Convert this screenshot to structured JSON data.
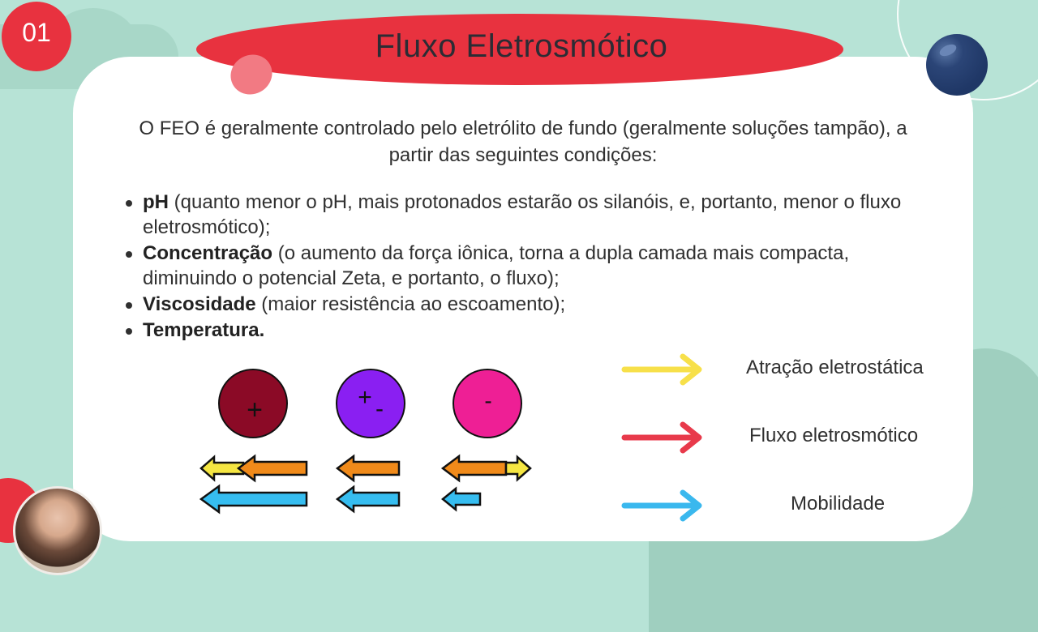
{
  "slide_number": "01",
  "title": "Fluxo Eletrosmótico",
  "intro": "O FEO é geralmente controlado pelo eletrólito de fundo (geralmente soluções tampão), a partir das seguintes condições:",
  "bullets": [
    {
      "term": "pH",
      "text": " (quanto menor o pH, mais protonados estarão os silanóis, e, portanto, menor o fluxo eletrosmótico);"
    },
    {
      "term": "Concentração",
      "text": " (o aumento da força iônica, torna a dupla camada mais compacta, diminuindo o potencial Zeta, e portanto, o fluxo);"
    },
    {
      "term": "Viscosidade",
      "text": " (maior resistência ao escoamento);"
    },
    {
      "term": "Temperatura.",
      "text": ""
    }
  ],
  "diagram": {
    "particles": [
      {
        "charge": "+",
        "color": "#8b0a26"
      },
      {
        "charge": "+-",
        "color": "#8a1ff2"
      },
      {
        "charge": "-",
        "color": "#ee1f95"
      }
    ],
    "colors": {
      "attraction": "#f5e642",
      "eof": "#f08a1a",
      "mobility": "#36bdf0",
      "outline": "#111111"
    }
  },
  "legend": [
    {
      "label": "Atração eletrostática",
      "color": "#f7e04a"
    },
    {
      "label": "Fluxo eletrosmótico",
      "color": "#e83a4b"
    },
    {
      "label": "Mobilidade",
      "color": "#3ab8ee"
    }
  ]
}
